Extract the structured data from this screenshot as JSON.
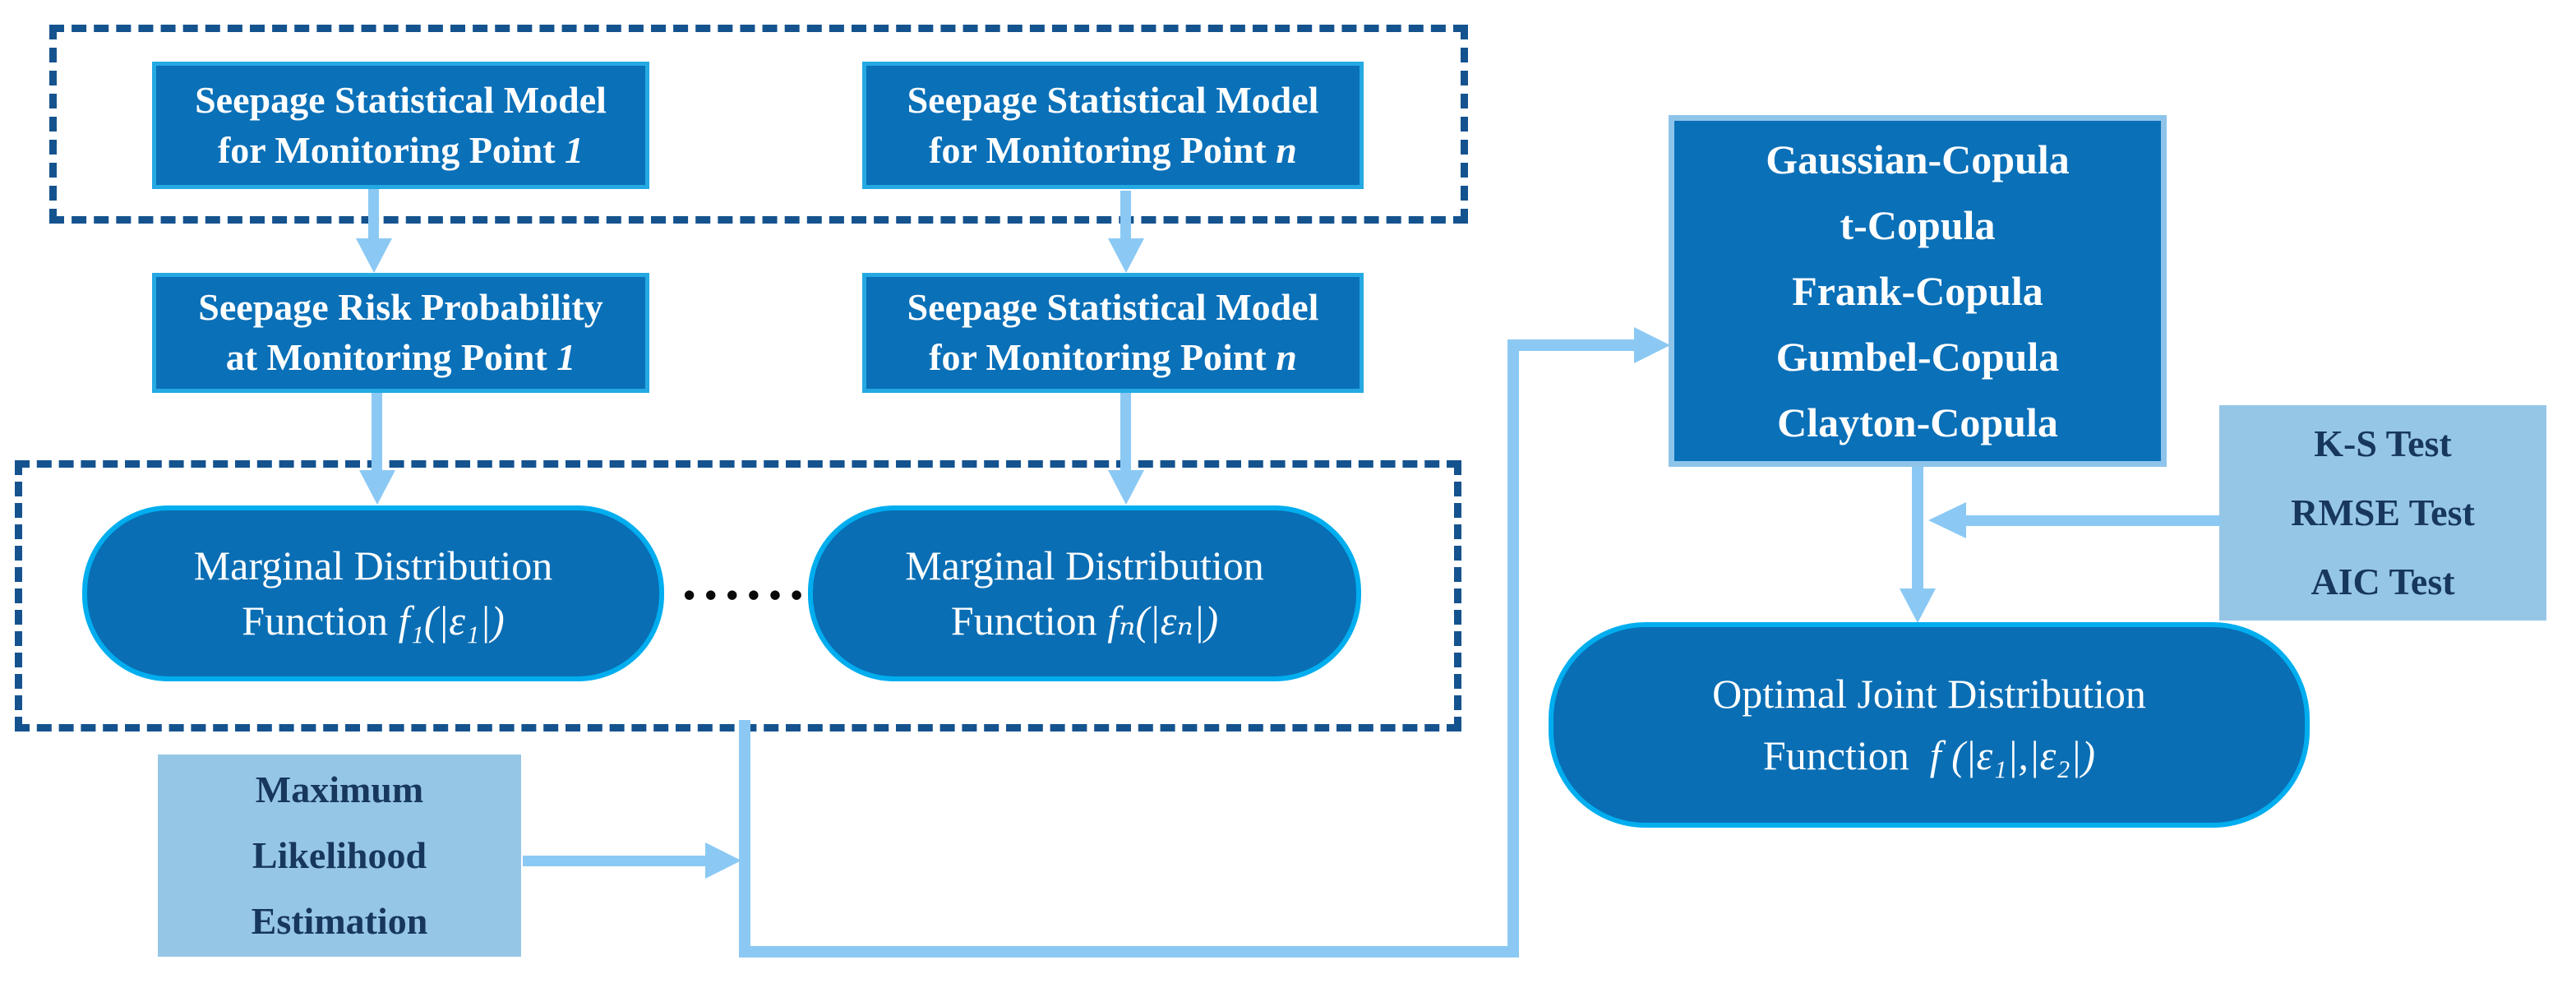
{
  "colors": {
    "boxFill": "#0a70b8",
    "boxBorder": "#25a9e3",
    "roundFill": "#0a6eb4",
    "roundBorder": "#00aeef",
    "copulaBorder": "#8ec4ea",
    "dash": "#15538f",
    "lightFill": "#96c6e6",
    "darkText": "#17375d",
    "arrow": "#8bc9f4",
    "dot": "#0a0a0a"
  },
  "boxes": {
    "model1": {
      "line1": "Seepage Statistical Model",
      "line2": "for Monitoring Point",
      "point": "1"
    },
    "modelN": {
      "line1": "Seepage Statistical Model",
      "line2": "for Monitoring Point",
      "point": "n"
    },
    "risk1": {
      "line1": "Seepage Risk Probability",
      "line2": "at Monitoring Point",
      "point": "1"
    },
    "modelN2": {
      "line1": "Seepage Statistical Model",
      "line2": "for Monitoring Point",
      "point": "n"
    },
    "marginal1": {
      "line1": "Marginal Distribution",
      "line2": "Function",
      "formula": "f₁(|ε₁|)"
    },
    "marginal2": {
      "line1": "Marginal Distribution",
      "line2": "Function",
      "formula": "fₙ(|εₙ|)"
    },
    "mle": {
      "lines": [
        "Maximum",
        "Likelihood",
        "Estimation"
      ]
    },
    "copula": {
      "lines": [
        "Gaussian-Copula",
        "t-Copula",
        "Frank-Copula",
        "Gumbel-Copula",
        "Clayton-Copula"
      ]
    },
    "tests": {
      "lines": [
        "K-S Test",
        "RMSE Test",
        "AIC Test"
      ]
    },
    "optimal": {
      "line1": "Optimal Joint Distribution",
      "line2": "Function",
      "formula": "f (|ε₁|,|ε₂|)"
    }
  },
  "ellipsis": "●●●●●●"
}
